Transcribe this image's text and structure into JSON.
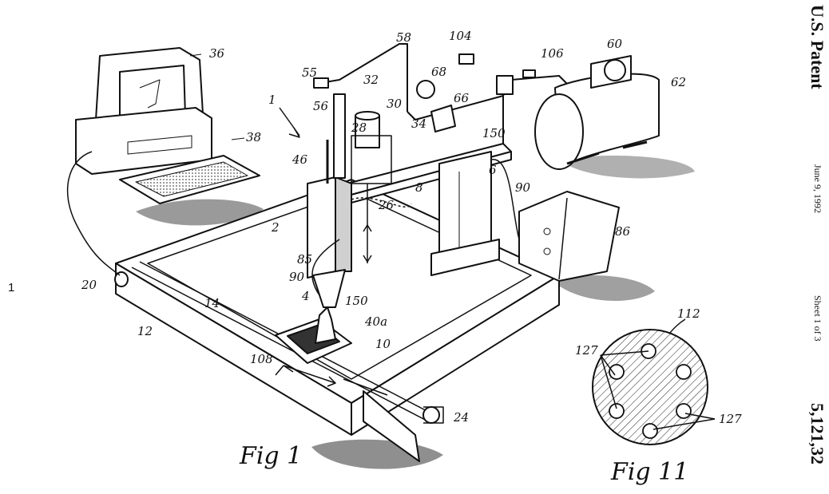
{
  "header": {
    "title": "U.S. Patent",
    "date": "June 9, 1992",
    "sheet": "Sheet 1 of 3",
    "number": "5,121,32"
  },
  "page_marker": "1",
  "figures": [
    {
      "caption": "Fig 1",
      "labels": [
        "36",
        "38",
        "1",
        "2",
        "55",
        "56",
        "58",
        "104",
        "106",
        "60",
        "62",
        "68",
        "66",
        "32",
        "30",
        "28",
        "34",
        "150",
        "46",
        "8",
        "6",
        "90",
        "86",
        "26",
        "85",
        "90",
        "4",
        "150",
        "40a",
        "10",
        "108",
        "14",
        "12",
        "20",
        "24"
      ]
    },
    {
      "caption": "Fig 11",
      "labels": [
        "112",
        "127",
        "127"
      ]
    }
  ],
  "colors": {
    "ink": "#111111",
    "paper": "#ffffff",
    "shade": "#8a8a8a"
  }
}
